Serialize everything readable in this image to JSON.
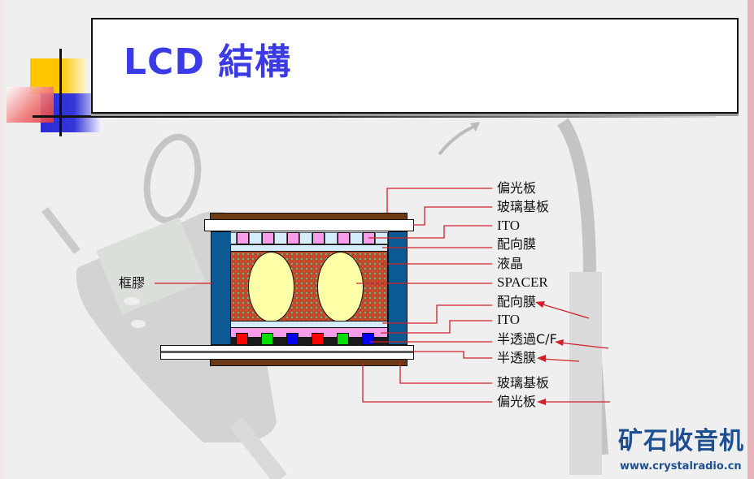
{
  "slide": {
    "title": "LCD 結構",
    "colors": {
      "title_text": "#3a3ae6",
      "background": "#efefef",
      "leader_line": "#d0202a",
      "polarizer": "#6b3a12",
      "sealant": "#0b5a93",
      "ito_pink": "#f79ce9",
      "alignment_film": "#d4ecfb",
      "liquid_crystal": "#b9452a",
      "spacer": "#ffffa8",
      "cf_red": "#ff0000",
      "cf_green": "#00e000",
      "cf_blue": "#0000ee"
    }
  },
  "diagram": {
    "left_label": "框膠",
    "right_labels": [
      "偏光板",
      "玻璃基板",
      "ITO",
      "配向膜",
      "液晶",
      "SPACER",
      "配向膜",
      "ITO",
      "半透過C/F",
      "半透膜",
      "玻璃基板",
      "偏光板"
    ],
    "color_filters": [
      "red",
      "green",
      "blue",
      "red",
      "green",
      "blue"
    ]
  },
  "watermark": {
    "name": "矿石收音机",
    "url": "www.crystalradio.cn"
  }
}
